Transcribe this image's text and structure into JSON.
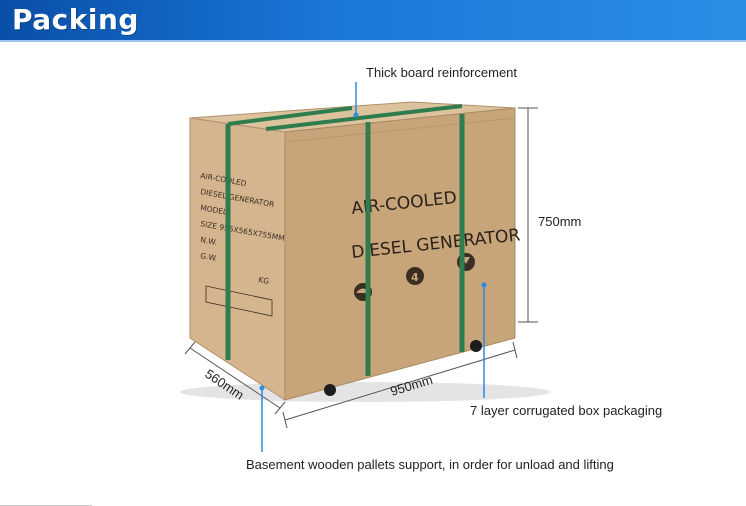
{
  "header": {
    "title": "Packing"
  },
  "box": {
    "print_line1": "AIR-COOLED",
    "print_line2": "DIESEL GENERATOR",
    "side_line1": "AIR-COOLED",
    "side_line2": "DIESEL GENERATOR",
    "side_line3": "MODEL",
    "side_line4": "SIZE 955X565X755MM",
    "side_line5": "N.W.",
    "side_line6": "G.W.",
    "side_unit": "KG",
    "icon_number": "4"
  },
  "dimensions": {
    "height": "750mm",
    "length": "950mm",
    "depth": "560mm"
  },
  "annotations": {
    "top": "Thick board reinforcement",
    "right": "7 layer corrugated box packaging",
    "bottom": "Basement wooden pallets support, in order for unload and lifting"
  },
  "colors": {
    "header": "#1a6fd0",
    "callout": "#2a8be0",
    "cardboard_front": "#c9a67c",
    "cardboard_side": "#d7b78f",
    "strap": "#2f7d4e"
  }
}
